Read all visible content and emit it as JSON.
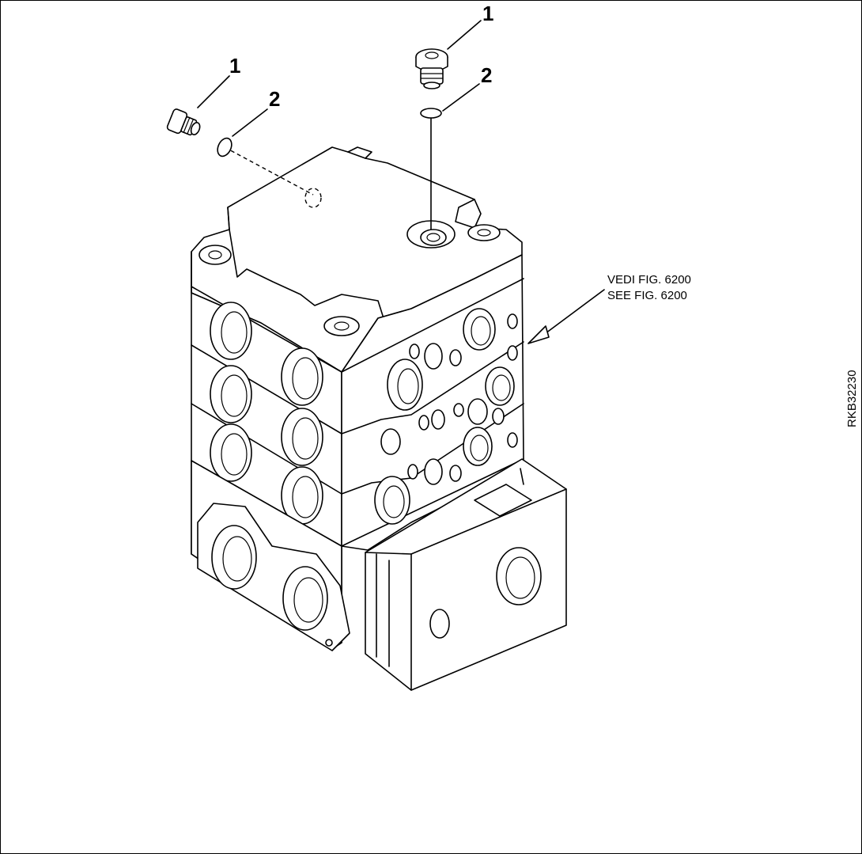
{
  "diagram": {
    "callouts": [
      {
        "id": "plug-left",
        "label": "1"
      },
      {
        "id": "oring-left",
        "label": "2"
      },
      {
        "id": "plug-top",
        "label": "1"
      },
      {
        "id": "oring-top",
        "label": "2"
      }
    ],
    "reference": {
      "line1": "VEDI FIG. 6200",
      "line2": "SEE FIG. 6200"
    },
    "drawing_code": "RKB32230"
  }
}
